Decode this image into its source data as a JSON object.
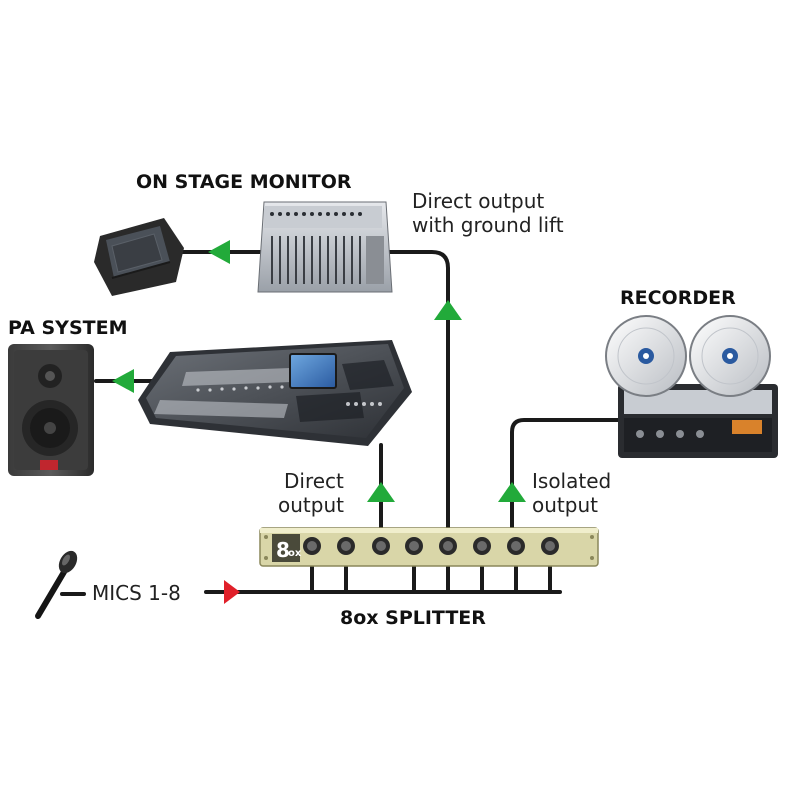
{
  "labels": {
    "on_stage_monitor": "ON STAGE MONITOR",
    "direct_output_ground_lift_line1": "Direct output",
    "direct_output_ground_lift_line2": "with ground lift",
    "pa_system": "PA SYSTEM",
    "recorder": "RECORDER",
    "direct_output_line1": "Direct",
    "direct_output_line2": "output",
    "isolated_output_line1": "Isolated",
    "isolated_output_line2": "output",
    "mics": "MICS 1-8",
    "splitter": "8ox SPLITTER"
  },
  "splitter_panel": {
    "brand_large": "8",
    "brand_small": "ox",
    "connector_count": 8
  },
  "colors": {
    "cable": "#1a1a1a",
    "arrow_green": "#22aa3a",
    "arrow_red": "#e0202a",
    "splitter_panel": "#d9d6a8",
    "pa_badge": "#c0262e"
  }
}
